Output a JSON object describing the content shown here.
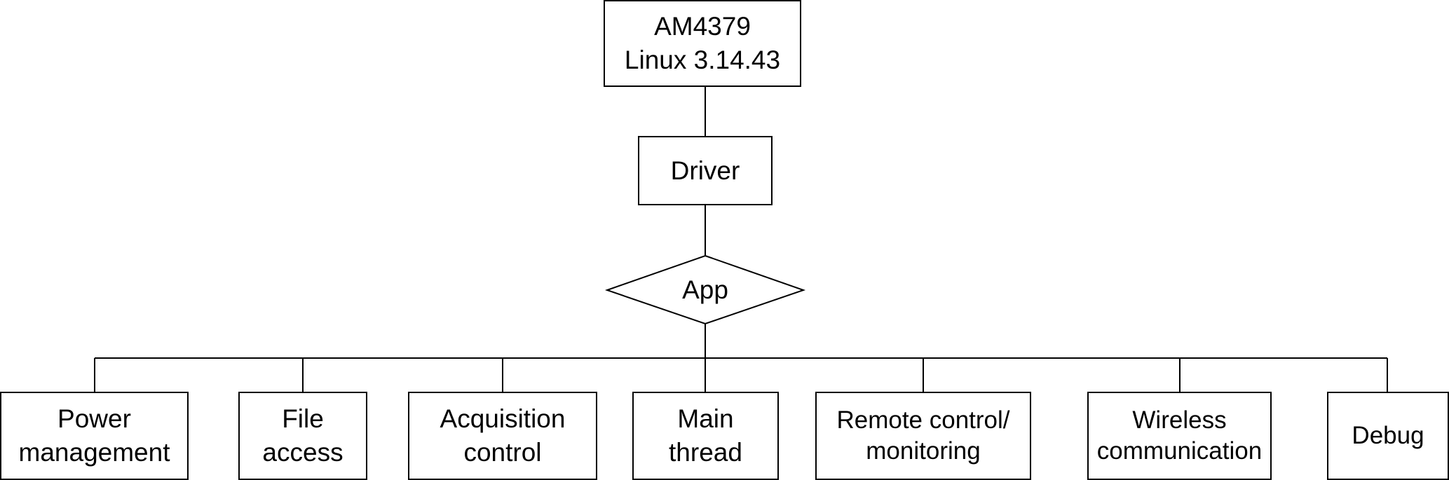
{
  "diagram": {
    "type": "hierarchy",
    "colors": {
      "stroke": "#000000",
      "fill": "#ffffff",
      "text": "#000000"
    },
    "root": {
      "id": "soc",
      "label": "AM4379\nLinux 3.14.43",
      "shape": "rectangle"
    },
    "driver": {
      "id": "driver",
      "label": "Driver",
      "shape": "rectangle"
    },
    "app": {
      "id": "app",
      "label": "App",
      "shape": "diamond"
    },
    "modules": [
      {
        "id": "power",
        "label": "Power\nmanagement"
      },
      {
        "id": "file",
        "label": "File\naccess"
      },
      {
        "id": "acq",
        "label": "Acquisition\ncontrol"
      },
      {
        "id": "main",
        "label": "Main\nthread"
      },
      {
        "id": "remote",
        "label": "Remote control/\nmonitoring"
      },
      {
        "id": "wireless",
        "label": "Wireless\ncommunication"
      },
      {
        "id": "debug",
        "label": "Debug"
      }
    ],
    "edges": [
      {
        "from": "soc",
        "to": "driver"
      },
      {
        "from": "driver",
        "to": "app"
      },
      {
        "from": "app",
        "to": "power"
      },
      {
        "from": "app",
        "to": "file"
      },
      {
        "from": "app",
        "to": "acq"
      },
      {
        "from": "app",
        "to": "main"
      },
      {
        "from": "app",
        "to": "remote"
      },
      {
        "from": "app",
        "to": "wireless"
      },
      {
        "from": "app",
        "to": "debug"
      }
    ]
  }
}
